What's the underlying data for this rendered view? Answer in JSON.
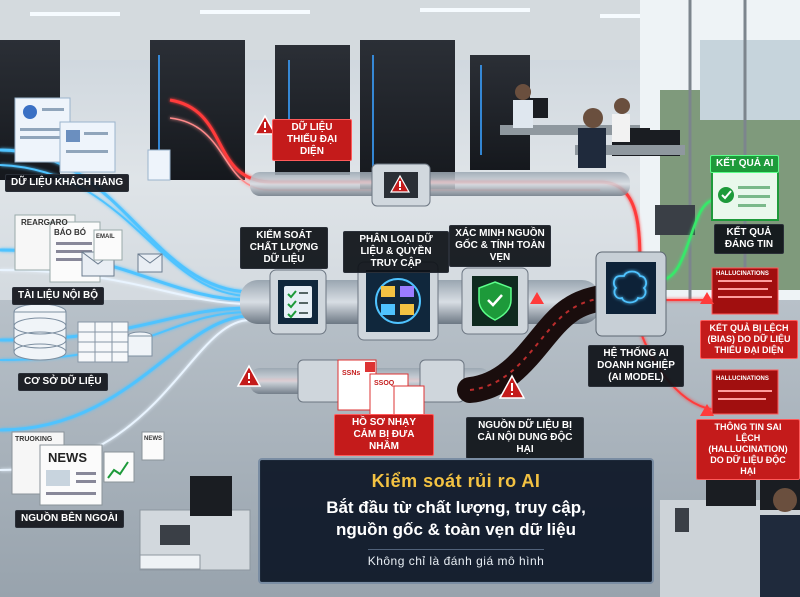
{
  "sources": {
    "customer": "Dữ liệu khách hàng",
    "internal": "Tài liệu nội bộ",
    "database": "Cơ sở dữ liệu",
    "external": "Nguồn bên ngoài"
  },
  "doc_texts": {
    "report_a": "REARGARO",
    "report_b": "BÁO BÓ",
    "email": "EMAIL",
    "trucking": "TRUOKING",
    "news": "NEWS",
    "news_small": "NEWS"
  },
  "controls": {
    "quality": "Kiểm soát chất lượng dữ liệu",
    "classification": "Phân loại dữ liệu & quyền truy cập",
    "provenance": "Xác minh nguồn gốc & tính toàn vẹn"
  },
  "risks": {
    "unrepresentative": "Dữ liệu thiếu đại diện",
    "sensitive": "Hồ sơ nhạy cảm bị đưa nhầm",
    "poisoned": "Nguồn dữ liệu bị cài nội dung độc hại"
  },
  "sensitive_doc_labels": [
    "SSNs",
    "SSOQ"
  ],
  "ai_system": "Hệ thống AI doanh nghiệp (AI Model)",
  "outputs": {
    "trusted_tag": "Kết quả AI",
    "trusted": "Kết quả đáng tin",
    "biased": "Kết quả bị lệch (Bias) do dữ liệu thiếu đại diện",
    "hallucination": "Thông tin sai lệch (Hallucination) do dữ liệu độc hại",
    "screen_label": "HALLUCINATIONS"
  },
  "banner": {
    "title": "Kiểm soát rủi ro AI",
    "line1": "Bắt đầu từ chất lượng, truy cập,",
    "line2": "nguồn gốc & toàn vẹn dữ liệu",
    "tagline": "Không chỉ là đánh giá mô hình"
  },
  "colors": {
    "flow_blue": "#4fc3ff",
    "flow_red": "#ff3b3b",
    "flow_green": "#39e86a",
    "warning_red": "#c41b1b",
    "trusted_green": "#1d9a3a",
    "banner_title": "#f3c242"
  }
}
